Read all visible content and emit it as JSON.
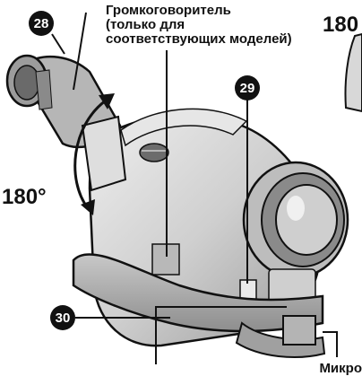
{
  "labels": {
    "speaker_line1": "Громкоговоритель",
    "speaker_line2": "(только для",
    "speaker_line3": "соответствующих моделей)",
    "angle_left": "180°",
    "angle_right": "180",
    "microphone": "Микро"
  },
  "markers": {
    "viewfinder": "28",
    "part29": "29",
    "part30": "30"
  },
  "colors": {
    "outline": "#111111",
    "body_fill": "#d0d0d0",
    "shade": "#a8a8a8",
    "highlight": "#f2f2f2"
  }
}
